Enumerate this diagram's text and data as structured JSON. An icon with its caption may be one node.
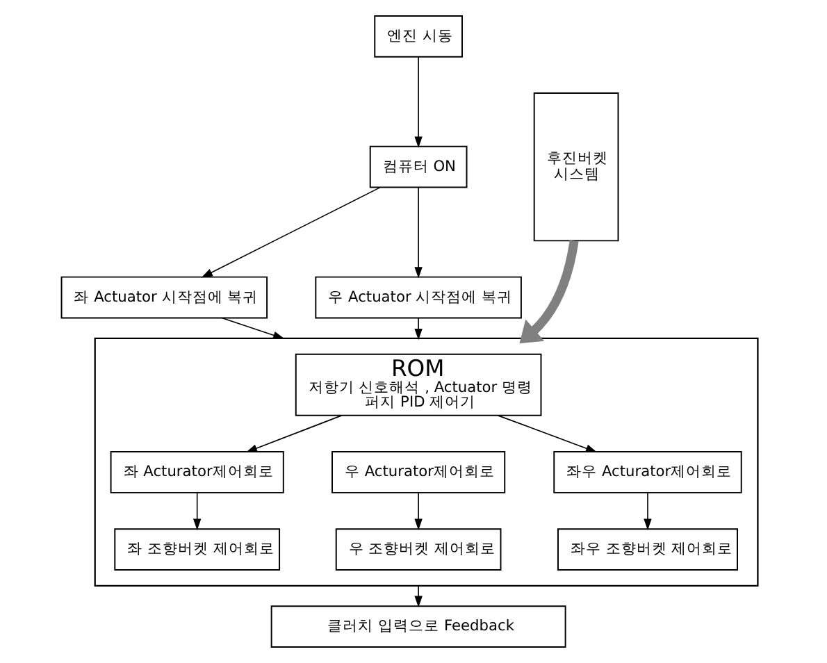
{
  "diagram": {
    "nodes": [
      {
        "text": [
          "엔진 시동"
        ]
      },
      {
        "text": [
          "컴퓨터 ON"
        ]
      },
      {
        "text": [
          "좌 Actuator 시작점에 복귀"
        ]
      },
      {
        "text": [
          "우 Actuator 시작점에 복귀"
        ]
      },
      {
        "text": [],
        "shape": "box"
      },
      {
        "text": [
          "ROM",
          "저항기 신호해석 , Actuator 명령",
          "퍼지 PID 제어기"
        ],
        "in": 4
      },
      {
        "text": [
          "좌 Acturator제어회로"
        ],
        "in": 4
      },
      {
        "text": [
          "우 Acturator제어회로"
        ],
        "in": 4
      },
      {
        "text": [
          "좌우 Acturator제어회로"
        ],
        "in": 4
      },
      {
        "text": [
          "좌 조향버켓 제어회로"
        ],
        "in": 4
      },
      {
        "text": [
          "우 조향버켓 제어회로"
        ],
        "in": 4
      },
      {
        "text": [
          "좌우 조향버켓 제어회로"
        ],
        "in": 4
      },
      {
        "text": [
          "클러치 입력으로 Feedback"
        ]
      },
      {
        "text": [
          "후진버켓 시스템"
        ]
      }
    ],
    "edges": [
      {
        "from": 0,
        "to": 1,
        "arrow": "to"
      },
      {
        "from": 1,
        "to": 2,
        "arrow": "to"
      },
      {
        "from": 1,
        "to": 3,
        "arrow": "to"
      },
      {
        "from": 2,
        "to": 4,
        "arrow": "to"
      },
      {
        "from": 3,
        "to": 4,
        "arrow": "to"
      },
      {
        "from": 5,
        "to": 6,
        "arrow": "to"
      },
      {
        "from": 5,
        "to": 8,
        "arrow": "to"
      },
      {
        "from": 6,
        "to": 9,
        "arrow": "to"
      },
      {
        "from": 7,
        "to": 10,
        "arrow": "to"
      },
      {
        "from": 8,
        "to": 11,
        "arrow": "to"
      },
      {
        "from": 4,
        "to": 12,
        "arrow": "to"
      },
      {
        "from": 13,
        "to": 4,
        "arrow": "to",
        "style": "thick",
        "color": "#808080"
      }
    ]
  }
}
